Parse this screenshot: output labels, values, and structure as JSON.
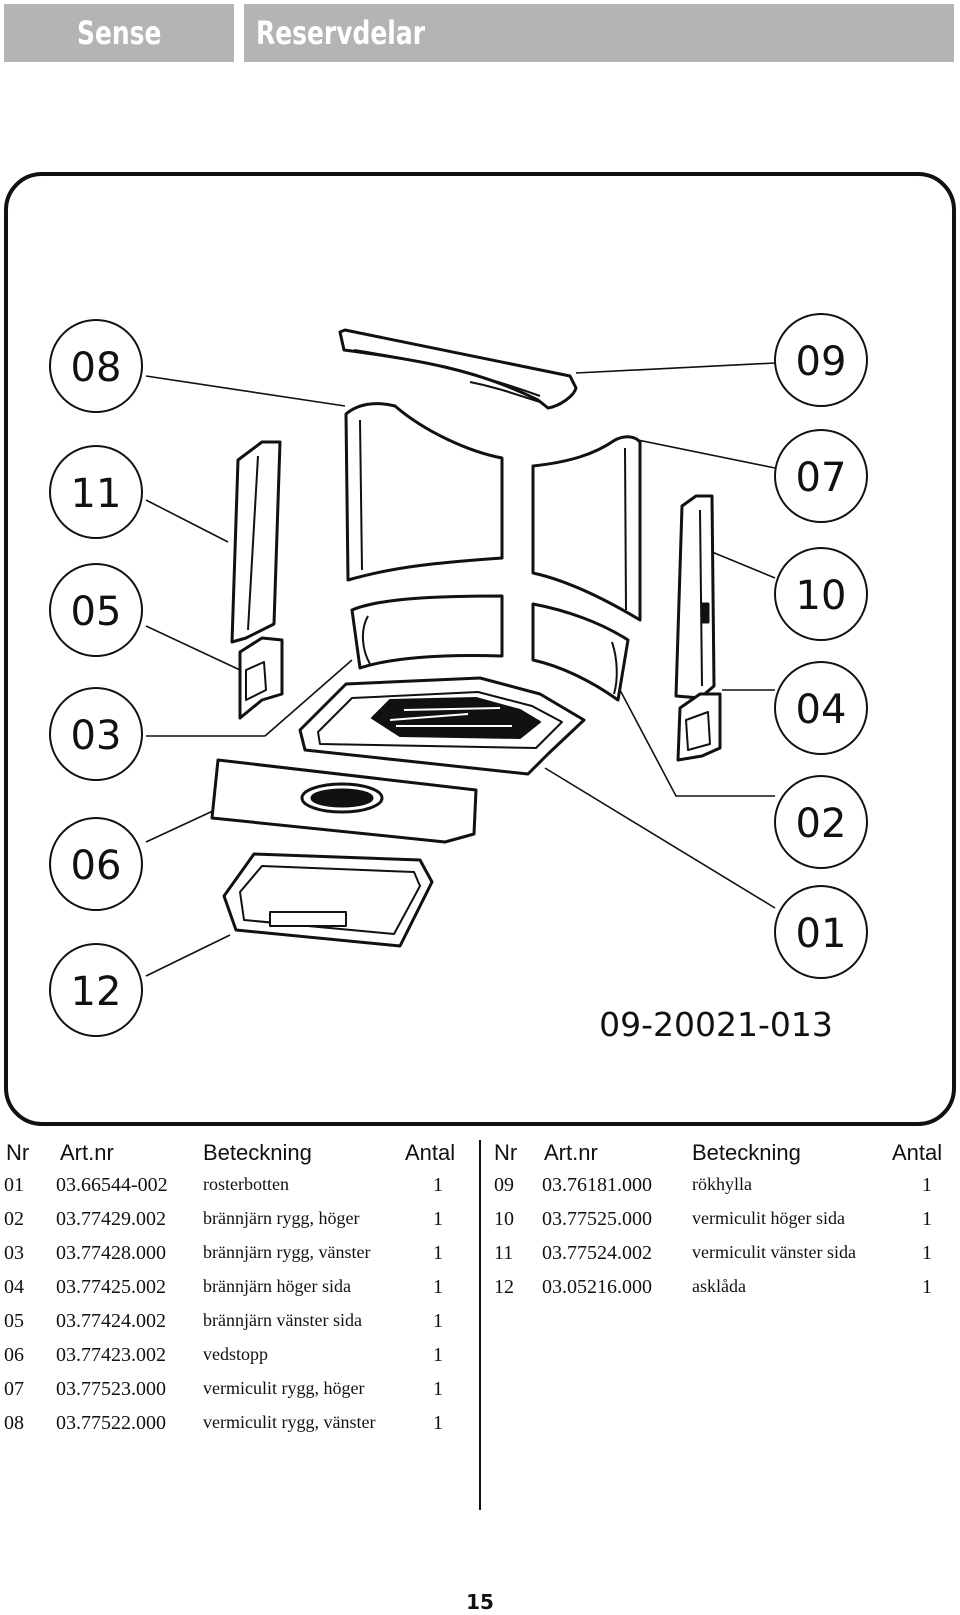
{
  "header": {
    "product": "Sense",
    "section": "Reservdelar"
  },
  "diagram": {
    "left_callouts": [
      "08",
      "11",
      "05",
      "03",
      "06",
      "12"
    ],
    "right_callouts": [
      "09",
      "07",
      "10",
      "04",
      "02",
      "01"
    ],
    "drawing_number": "09-20021-013",
    "part_colors": {
      "stroke": "#111111",
      "fill": "#ffffff",
      "frame": "#111111"
    }
  },
  "table": {
    "headers": {
      "nr": "Nr",
      "artnr": "Art.nr",
      "name": "Beteckning",
      "qty": "Antal"
    },
    "left_rows": [
      {
        "nr": "01",
        "artnr": "03.66544-002",
        "name": "rosterbotten",
        "qty": "1"
      },
      {
        "nr": "02",
        "artnr": "03.77429.002",
        "name": "brännjärn rygg, höger",
        "qty": "1"
      },
      {
        "nr": "03",
        "artnr": "03.77428.000",
        "name": "brännjärn rygg, vänster",
        "qty": "1"
      },
      {
        "nr": "04",
        "artnr": "03.77425.002",
        "name": "brännjärn höger sida",
        "qty": "1"
      },
      {
        "nr": "05",
        "artnr": "03.77424.002",
        "name": "brännjärn vänster sida",
        "qty": "1"
      },
      {
        "nr": "06",
        "artnr": "03.77423.002",
        "name": "vedstopp",
        "qty": "1"
      },
      {
        "nr": "07",
        "artnr": "03.77523.000",
        "name": "vermiculit rygg, höger",
        "qty": "1"
      },
      {
        "nr": "08",
        "artnr": "03.77522.000",
        "name": "vermiculit rygg, vänster",
        "qty": "1"
      }
    ],
    "right_rows": [
      {
        "nr": "09",
        "artnr": "03.76181.000",
        "name": "rökhylla",
        "qty": "1"
      },
      {
        "nr": "10",
        "artnr": "03.77525.000",
        "name": "vermiculit höger sida",
        "qty": "1"
      },
      {
        "nr": "11",
        "artnr": "03.77524.002",
        "name": "vermiculit vänster sida",
        "qty": "1"
      },
      {
        "nr": "12",
        "artnr": "03.05216.000",
        "name": "asklåda",
        "qty": "1"
      }
    ]
  },
  "page_number": "15"
}
